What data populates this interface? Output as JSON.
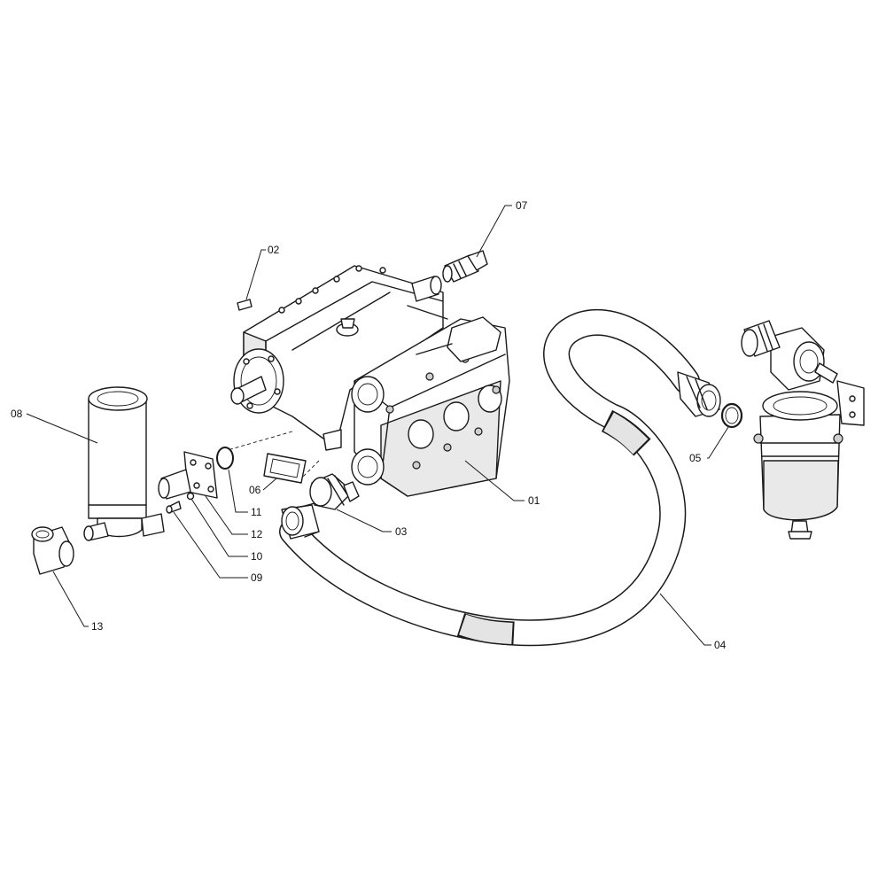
{
  "diagram": {
    "callouts": [
      {
        "id": "01"
      },
      {
        "id": "02"
      },
      {
        "id": "03"
      },
      {
        "id": "04"
      },
      {
        "id": "05"
      },
      {
        "id": "06"
      },
      {
        "id": "07"
      },
      {
        "id": "08"
      },
      {
        "id": "09"
      },
      {
        "id": "10"
      },
      {
        "id": "11"
      },
      {
        "id": "12"
      },
      {
        "id": "13"
      }
    ]
  }
}
